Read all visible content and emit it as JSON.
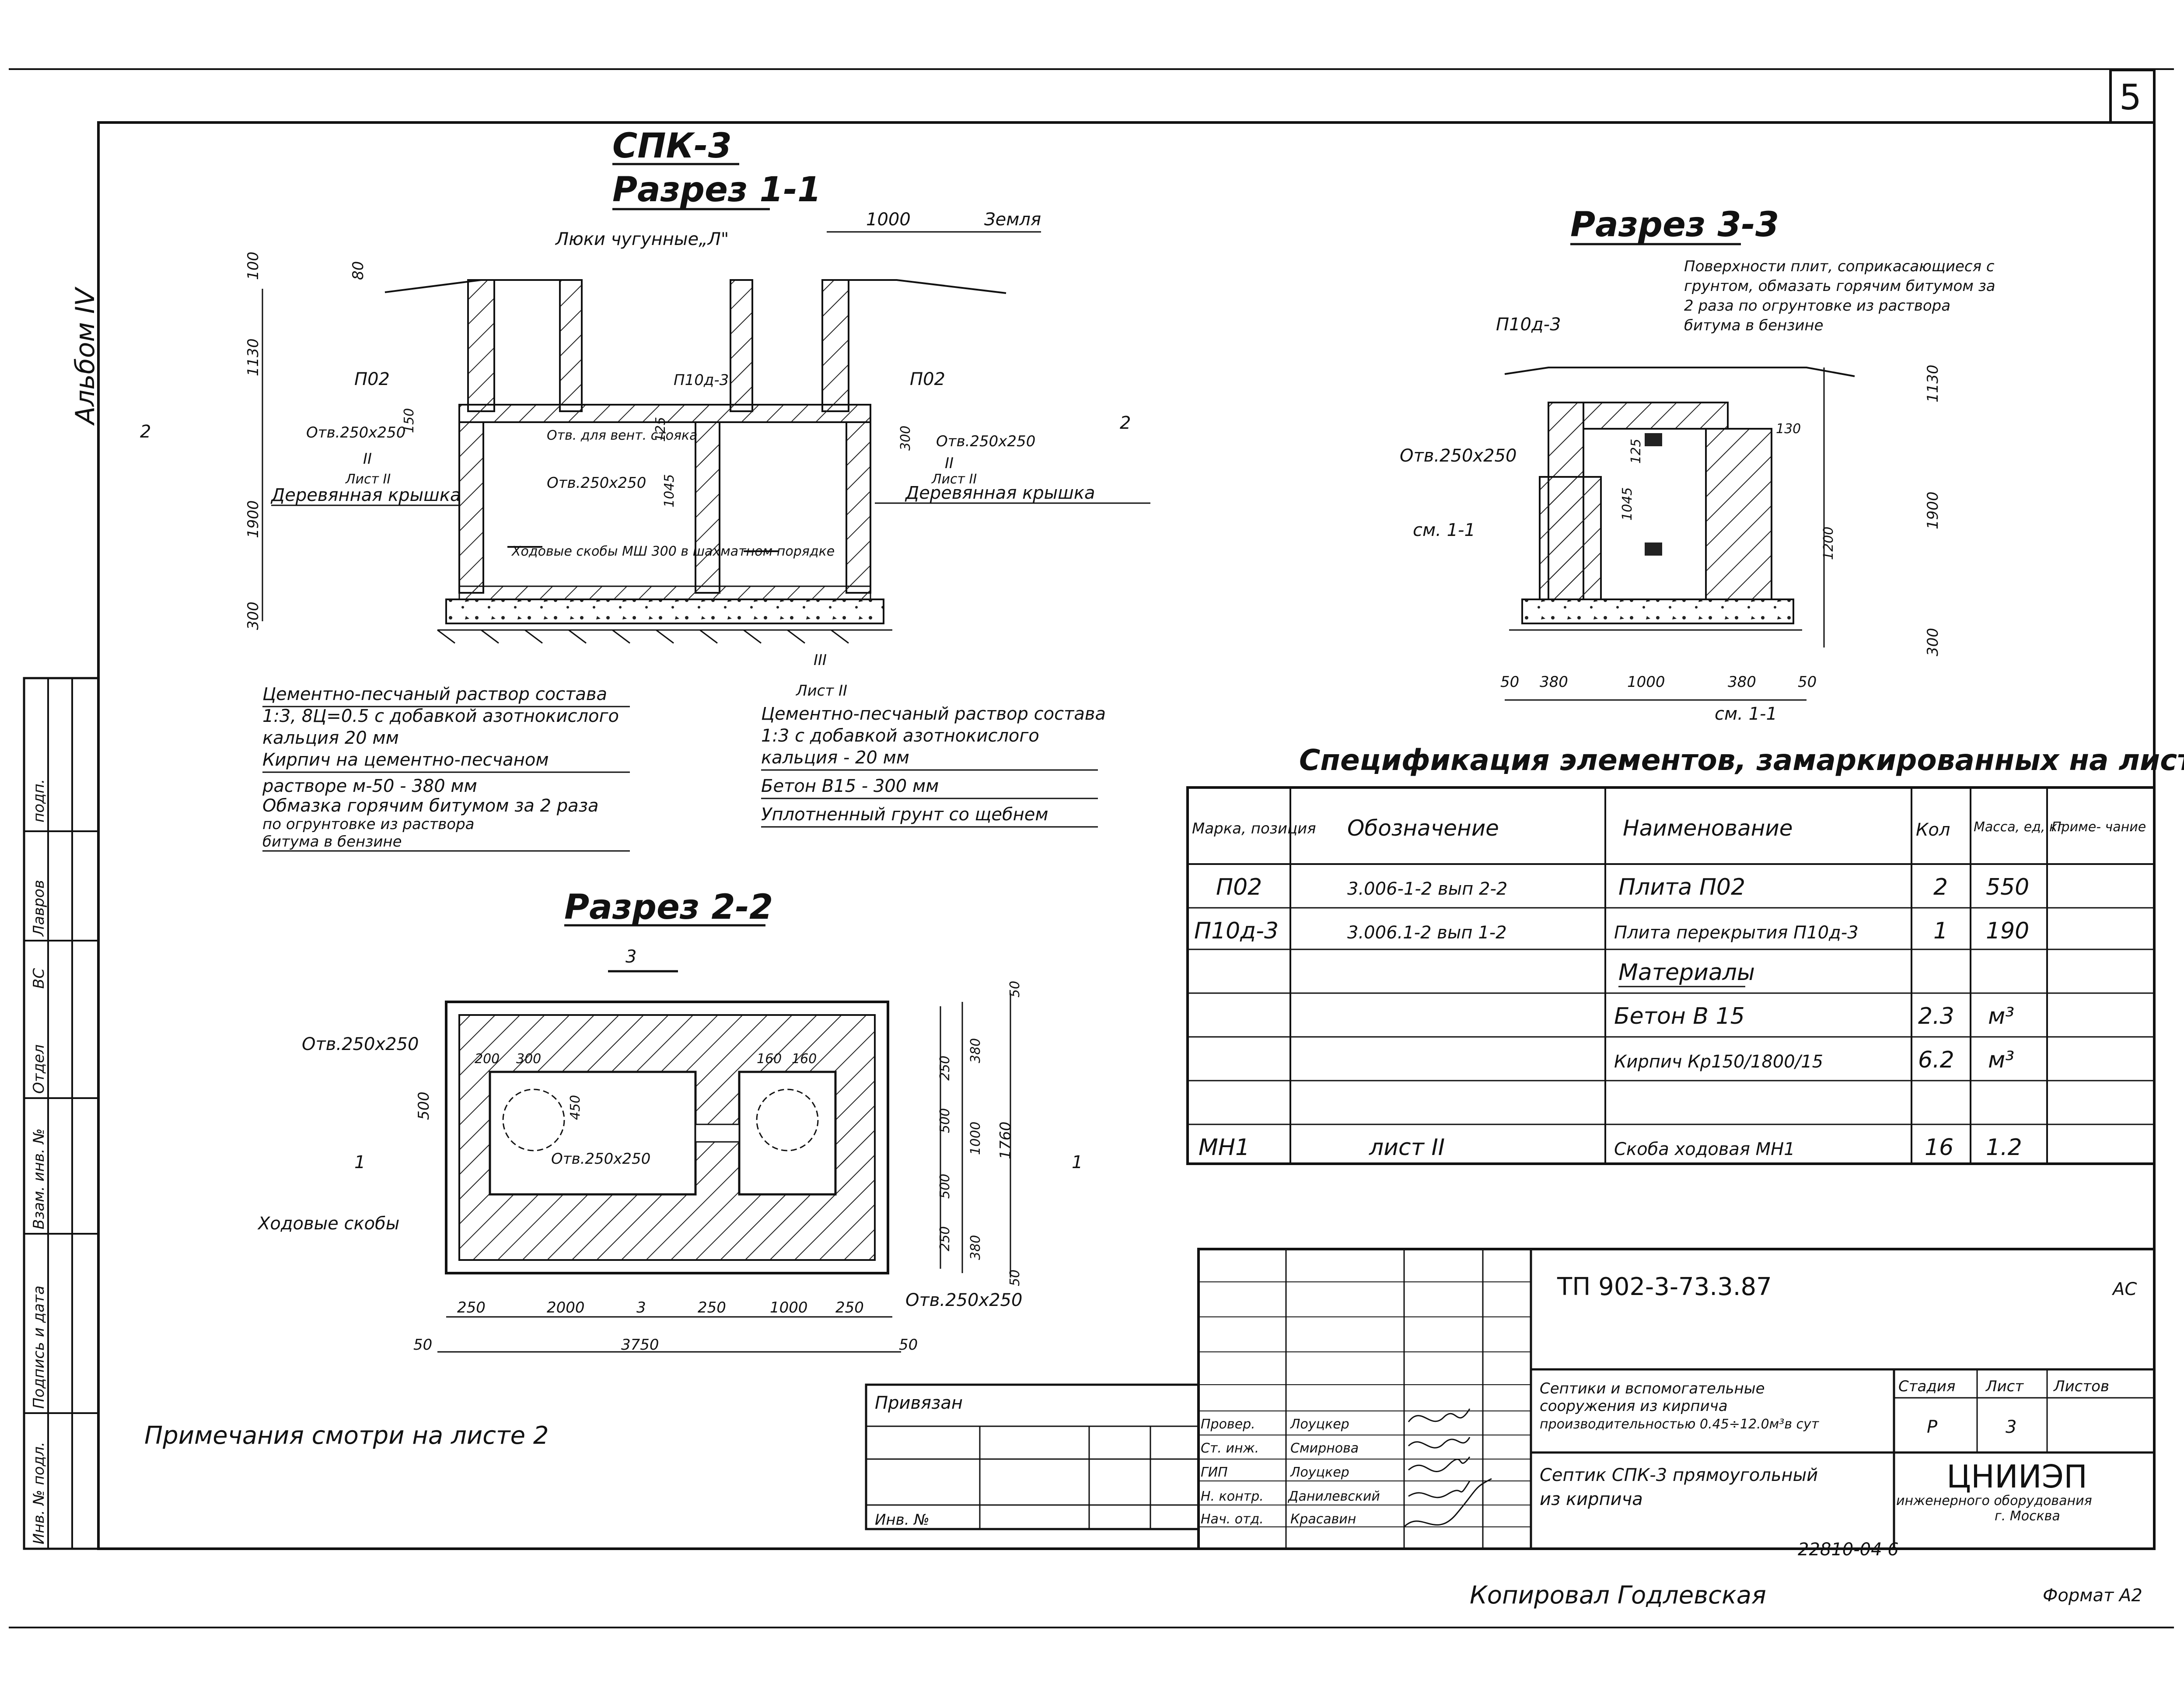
{
  "sheet_number": "5",
  "album_label": "Альбом IV",
  "main_title": "СПК-3",
  "sections": {
    "s11": {
      "title": "Разрез 1-1",
      "hatches_label": "Люки чугунные„Л\"",
      "ground_label": "Земля",
      "dim_1000": "1000",
      "dim_100": "100",
      "dim_80": "80",
      "dim_1130": "1130",
      "dim_1900": "1900",
      "dim_300": "300",
      "p02_left": "П02",
      "p02_right": "П02",
      "p10d3": "П10д-3",
      "hole_left": "Отв.250х250",
      "dim_150": "150",
      "hole_vent": "Отв. для вент. стояка",
      "hole_mid": "Отв.250х250",
      "dim_1045": "1045",
      "dim_125": "125",
      "dim_300b": "300",
      "hole_right": "Отв.250х250",
      "ref_left": "II",
      "ref_left_sheet": "Лист II",
      "ref_right": "II",
      "ref_right_sheet": "Лист II",
      "cover_left": "Деревянная крышка",
      "cover_right": "Деревянная крышка",
      "steps": "Ходовые скобы МШ 300 в шахматном порядке",
      "ref_bottom": "III",
      "ref_bottom_sheet": "Лист II",
      "cut_mark": "2"
    },
    "notes_left": [
      "Цементно-песчаный раствор состава",
      "1:3, 8Ц=0.5 с добавкой азотнокислого",
      "кальция                         20 мм",
      "Кирпич       на цементно-песчаном",
      "растворе м-50    -        380 мм",
      "Обмазка горячим битумом за 2 раза",
      "по огрунтовке из раствора",
      "битума в бензине"
    ],
    "notes_right": [
      "Цементно-песчаный раствор состава",
      "1:3 с добавкой азотнокислого",
      "кальция -                    20 мм",
      "Бетон       В15          -  300 мм",
      "Уплотненный грунт со щебнем"
    ],
    "s22": {
      "title": "Разрез 2-2",
      "cut3": "3",
      "hole_tl": "Отв.250х250",
      "hole_in": "Отв.250х250",
      "hole_br": "Отв.250х250",
      "steps": "Ходовые скобы",
      "cut1": "1",
      "d200": "200",
      "d300": "300",
      "d450": "450",
      "d160a": "160",
      "d160b": "160",
      "d500": "500",
      "r50": "50",
      "r250a": "250",
      "r380a": "380",
      "r500a": "500",
      "r1000": "1000",
      "r500b": "500",
      "r250b": "250",
      "r380b": "380",
      "r50b": "50",
      "r1760": "1760",
      "b250a": "250",
      "b2000": "2000",
      "b3": "3",
      "b250b": "250",
      "b1000": "1000",
      "b250c": "250",
      "b50a": "50",
      "b3750": "3750",
      "b50b": "50"
    },
    "s33": {
      "title": "Разрез 3-3",
      "note": [
        "Поверхности плит, соприкасающиеся с",
        "грунтом, обмазать горячим битумом за",
        "2 раза по огрунтовке из раствора",
        "битума в бензине"
      ],
      "p10d3": "П10д-3",
      "hole": "Отв.250х250",
      "ref": "см. 1-1",
      "d130": "130",
      "d125": "125",
      "d1045": "1045",
      "d1200": "1200",
      "d1130": "1130",
      "d1900": "1900",
      "d300": "300",
      "b50a": "50",
      "b380a": "380",
      "b1000": "1000",
      "b380b": "380",
      "b50b": "50",
      "ref_bottom": "см. 1-1"
    }
  },
  "spec": {
    "title": "Спецификация элементов, замаркированных на листе",
    "headers": [
      "Марка, позиция",
      "Обозначение",
      "Наименование",
      "Кол",
      "Масса, ед, кг",
      "Приме- чание"
    ],
    "rows": [
      [
        "П02",
        "3.006-1-2 вып 2-2",
        "Плита          П02",
        "2",
        "550",
        ""
      ],
      [
        "П10д-3",
        "3.006.1-2   вып 1-2",
        "Плита перекрытия П10д-3",
        "1",
        "190",
        ""
      ],
      [
        "",
        "",
        "Материалы",
        "",
        "",
        ""
      ],
      [
        "",
        "",
        "Бетон  В 15",
        "2.3",
        "м³",
        ""
      ],
      [
        "",
        "",
        "Кирпич    Кр150/1800/15",
        "6.2",
        "м³",
        ""
      ],
      [
        "",
        "",
        "",
        "",
        "",
        ""
      ],
      [
        "МН1",
        "лист II",
        "Скоба ходовая МН1",
        "16",
        "1.2",
        ""
      ]
    ]
  },
  "notes_ref": "Примечания смотри на листе 2",
  "left_strip": [
    "Инв. № подл.",
    "Подпись и дата",
    "Взам. инв. №",
    "Отдел",
    "ВС",
    "Лавров",
    "подп."
  ],
  "title_block": {
    "code": "ТП 902-3-73.3.87",
    "stage_code": "АС",
    "bound": "Привязан",
    "inv": "Инв. №",
    "roles": [
      "Провер.",
      "Ст. инж.",
      "ГИП",
      "Н. контр.",
      "Нач. отд."
    ],
    "names": [
      "Лоуцкер",
      "Смирнова",
      "Лоуцкер",
      "Данилевский",
      "Красавин"
    ],
    "project": [
      "Септики и вспомогательные",
      "сооружения из кирпича",
      "производительностью 0.45÷12.0м³в сут"
    ],
    "sheet_title": [
      "Септик СПК-3 прямоугольный",
      "из кирпича"
    ],
    "col_stage": "Стадия",
    "col_sheet": "Лист",
    "col_sheets": "Листов",
    "stage": "Р",
    "sheet": "3",
    "org": "ЦНИИЭП",
    "org_sub": "инженерного оборудования",
    "city": "г. Москва"
  },
  "footer": {
    "doc_number": "22810-04   6",
    "copied": "Копировал   Годлевская",
    "format": "Формат А2"
  }
}
